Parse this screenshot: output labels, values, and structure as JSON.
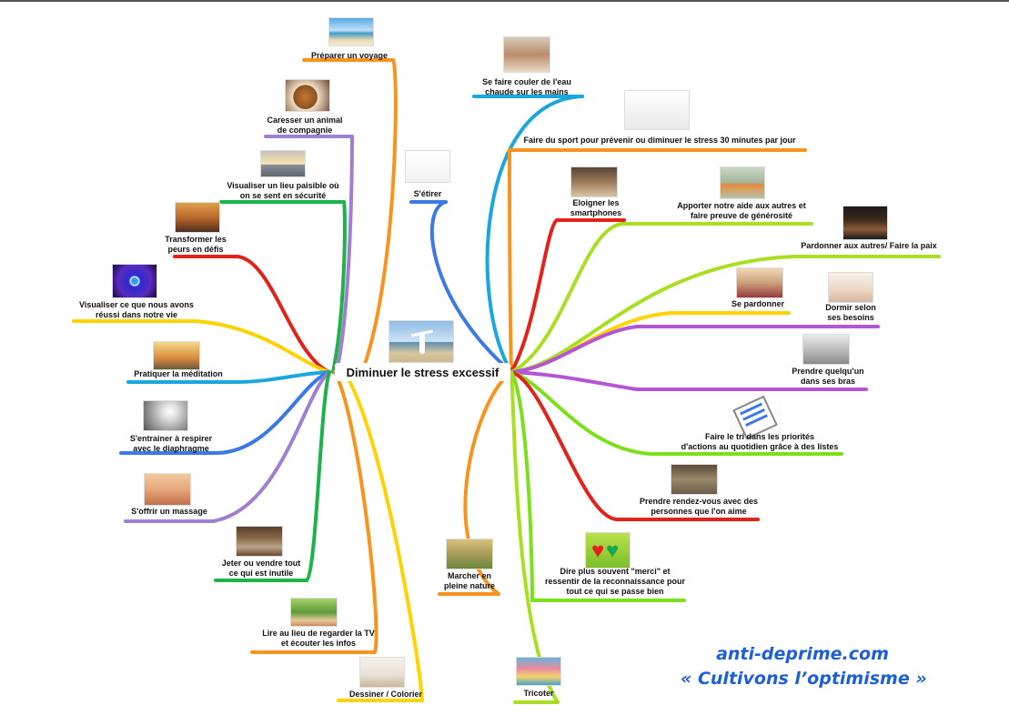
{
  "center": {
    "title": "Diminuer le stress excessif"
  },
  "left_branches": [
    {
      "label": "Préparer un voyage",
      "color": "#f7941d",
      "image": "beach-photo"
    },
    {
      "label": "Caresser un animal\nde compagnie",
      "color": "#a07fd0",
      "image": "dog-photo"
    },
    {
      "label": "Visualiser un lieu paisible où\non se sent en sécurité",
      "color": "#1cb34a",
      "image": "sunset-sea-photo"
    },
    {
      "label": "Transformer les\npeurs en défis",
      "color": "#e2231a",
      "image": "jumping-person-photo"
    },
    {
      "label": "Visualiser ce que nous avons\nréussi dans notre vie",
      "color": "#ffd200",
      "image": "target-photo"
    },
    {
      "label": "Pratiquer la méditation",
      "color": "#1aa7e0",
      "image": "meditation-photo"
    },
    {
      "label": "S'entrainer à respirer\navec le diaphragme",
      "color": "#3b79e6",
      "image": "breathing-photo"
    },
    {
      "label": "S'offrir un massage",
      "color": "#a07fd0",
      "image": "massage-photo"
    },
    {
      "label": "Jeter ou vendre tout\nce qui est inutile",
      "color": "#1cb34a",
      "image": "clutter-photo"
    },
    {
      "label": "Lire au lieu de regarder la TV\net écouter les infos",
      "color": "#f7941d",
      "image": "reading-photo"
    },
    {
      "label": "Dessiner / Colorier",
      "color": "#ffd200",
      "image": "drawing-photo"
    }
  ],
  "right_branches": [
    {
      "label": "S'étirer",
      "color": "#3b79e6",
      "image": "stretching-photo"
    },
    {
      "label": "Se faire couler de l'eau\nchaude sur les mains",
      "color": "#1aa7e0",
      "image": "hands-water-photo"
    },
    {
      "label": "Faire du sport pour prévenir ou diminuer le stress 30 minutes par jour",
      "color": "#f7941d",
      "image": "runner-photo"
    },
    {
      "label": "Eloigner les\nsmartphones",
      "color": "#e2231a",
      "image": "smartphone-photo"
    },
    {
      "label": "Apporter notre aide aux autres et\nfaire preuve de générosité",
      "color": "#a8e021",
      "image": "flower-gift-photo"
    },
    {
      "label": "Pardonner aux autres/ Faire la paix",
      "color": "#a8e021",
      "image": "holding-hands-photo"
    },
    {
      "label": "Se pardonner",
      "color": "#ffd200",
      "image": "writing-photo"
    },
    {
      "label": "Dormir selon\nses besoins",
      "color": "#b455d6",
      "image": "sleeping-photo"
    },
    {
      "label": "Prendre quelqu'un\ndans ses bras",
      "color": "#b455d6",
      "image": "hug-photo"
    },
    {
      "label": "Faire le tri dans les priorités\nd'actions au quotidien grâce à des listes",
      "color": "#7be01a",
      "image": "checklist-icon"
    },
    {
      "label": "Prendre rendez-vous avec des\npersonnes que l'on aime",
      "color": "#e2231a",
      "image": "friends-photo"
    },
    {
      "label": "Dire plus souvent \"merci\" et\nressentir de la reconnaissance pour\ntout ce qui se passe bien",
      "color": "#7be01a",
      "image": "hearts-photo"
    },
    {
      "label": "Marcher en\npleine nature",
      "color": "#f7941d",
      "image": "walking-nature-photo"
    },
    {
      "label": "Tricoter",
      "color": "#a8e021",
      "image": "knitting-photo"
    }
  ],
  "brand": {
    "line1": "anti-deprime.com",
    "line2": "« Cultivons l’optimisme »",
    "color": "#1e5fd6"
  }
}
